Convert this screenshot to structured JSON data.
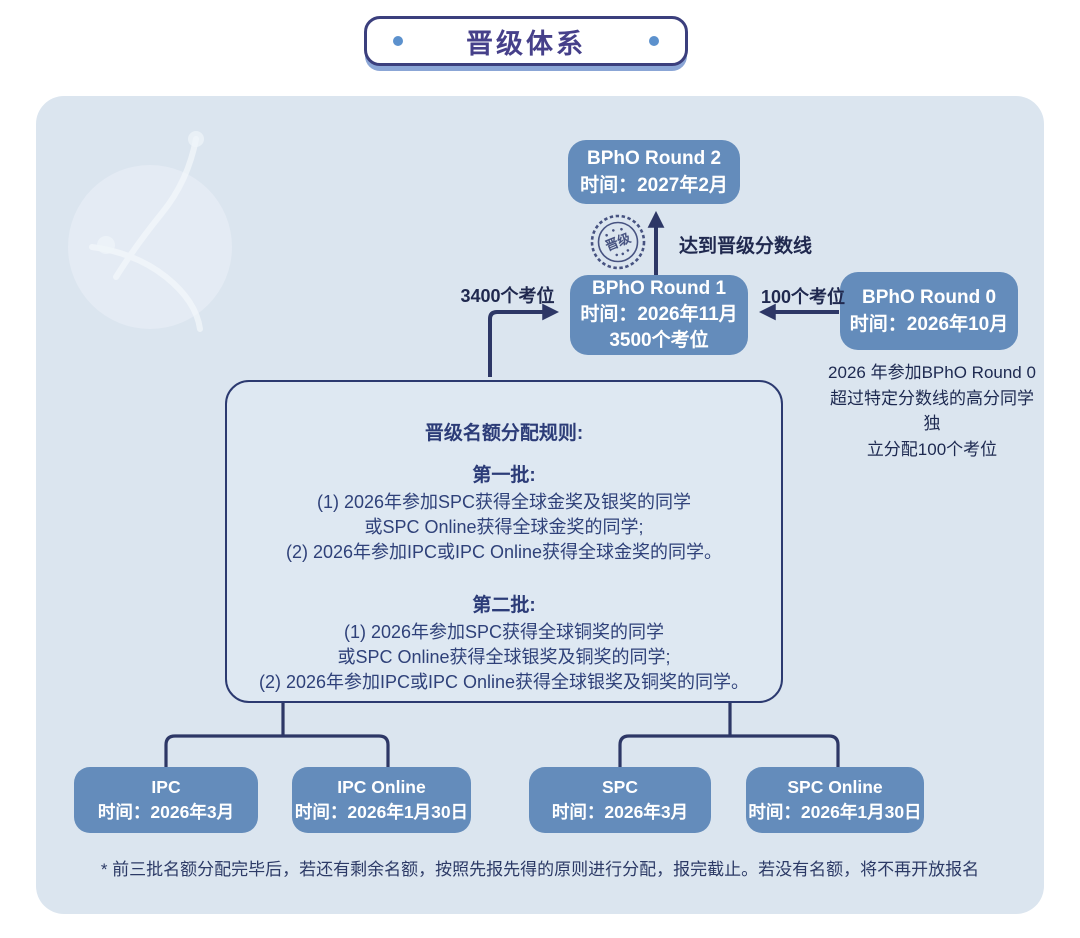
{
  "header": {
    "title": "晋级体系"
  },
  "flow": {
    "round2": {
      "name": "BPhO Round 2",
      "time": "时间：2027年2月"
    },
    "round1": {
      "name": "BPhO Round 1",
      "time": "时间：2026年11月",
      "seats": "3500个考位"
    },
    "round0": {
      "name": "BPhO Round 0",
      "time": "时间：2026年10月"
    },
    "stamp": "晋级",
    "promotion_label": "达到晋级分数线",
    "seats_3400_label": "3400个考位",
    "seats_100_label": "100个考位",
    "round0_note": [
      "2026 年参加BPhO Round 0",
      "超过特定分数线的高分同学独",
      "立分配100个考位"
    ]
  },
  "rules": {
    "title": "晋级名额分配规则:",
    "batches": [
      {
        "header": "第一批:",
        "lines": [
          "(1) 2026年参加SPC获得全球金奖及银奖的同学",
          "或SPC Online获得全球金奖的同学;",
          "(2) 2026年参加IPC或IPC Online获得全球金奖的同学。"
        ]
      },
      {
        "header": "第二批:",
        "lines": [
          "(1) 2026年参加SPC获得全球铜奖的同学",
          "或SPC Online获得全球银奖及铜奖的同学;",
          "(2) 2026年参加IPC或IPC Online获得全球银奖及铜奖的同学。"
        ]
      }
    ]
  },
  "programs": [
    {
      "name": "IPC",
      "time": "时间：2026年3月"
    },
    {
      "name": "IPC Online",
      "time": "时间：2026年1月30日"
    },
    {
      "name": "SPC",
      "time": "时间：2026年3月"
    },
    {
      "name": "SPC Online",
      "time": "时间：2026年1月30日"
    }
  ],
  "footnote": "* 前三批名额分配完毕后，若还有剩余名额，按照先报先得的原则进行分配，报完截止。若没有名额，将不再开放报名",
  "colors": {
    "panel_bg": "#dbe5ef",
    "node_fill": "#648cbb",
    "line_navy": "#2d3766",
    "title_text": "#46408a",
    "badge_dot": "#5c91cd"
  }
}
